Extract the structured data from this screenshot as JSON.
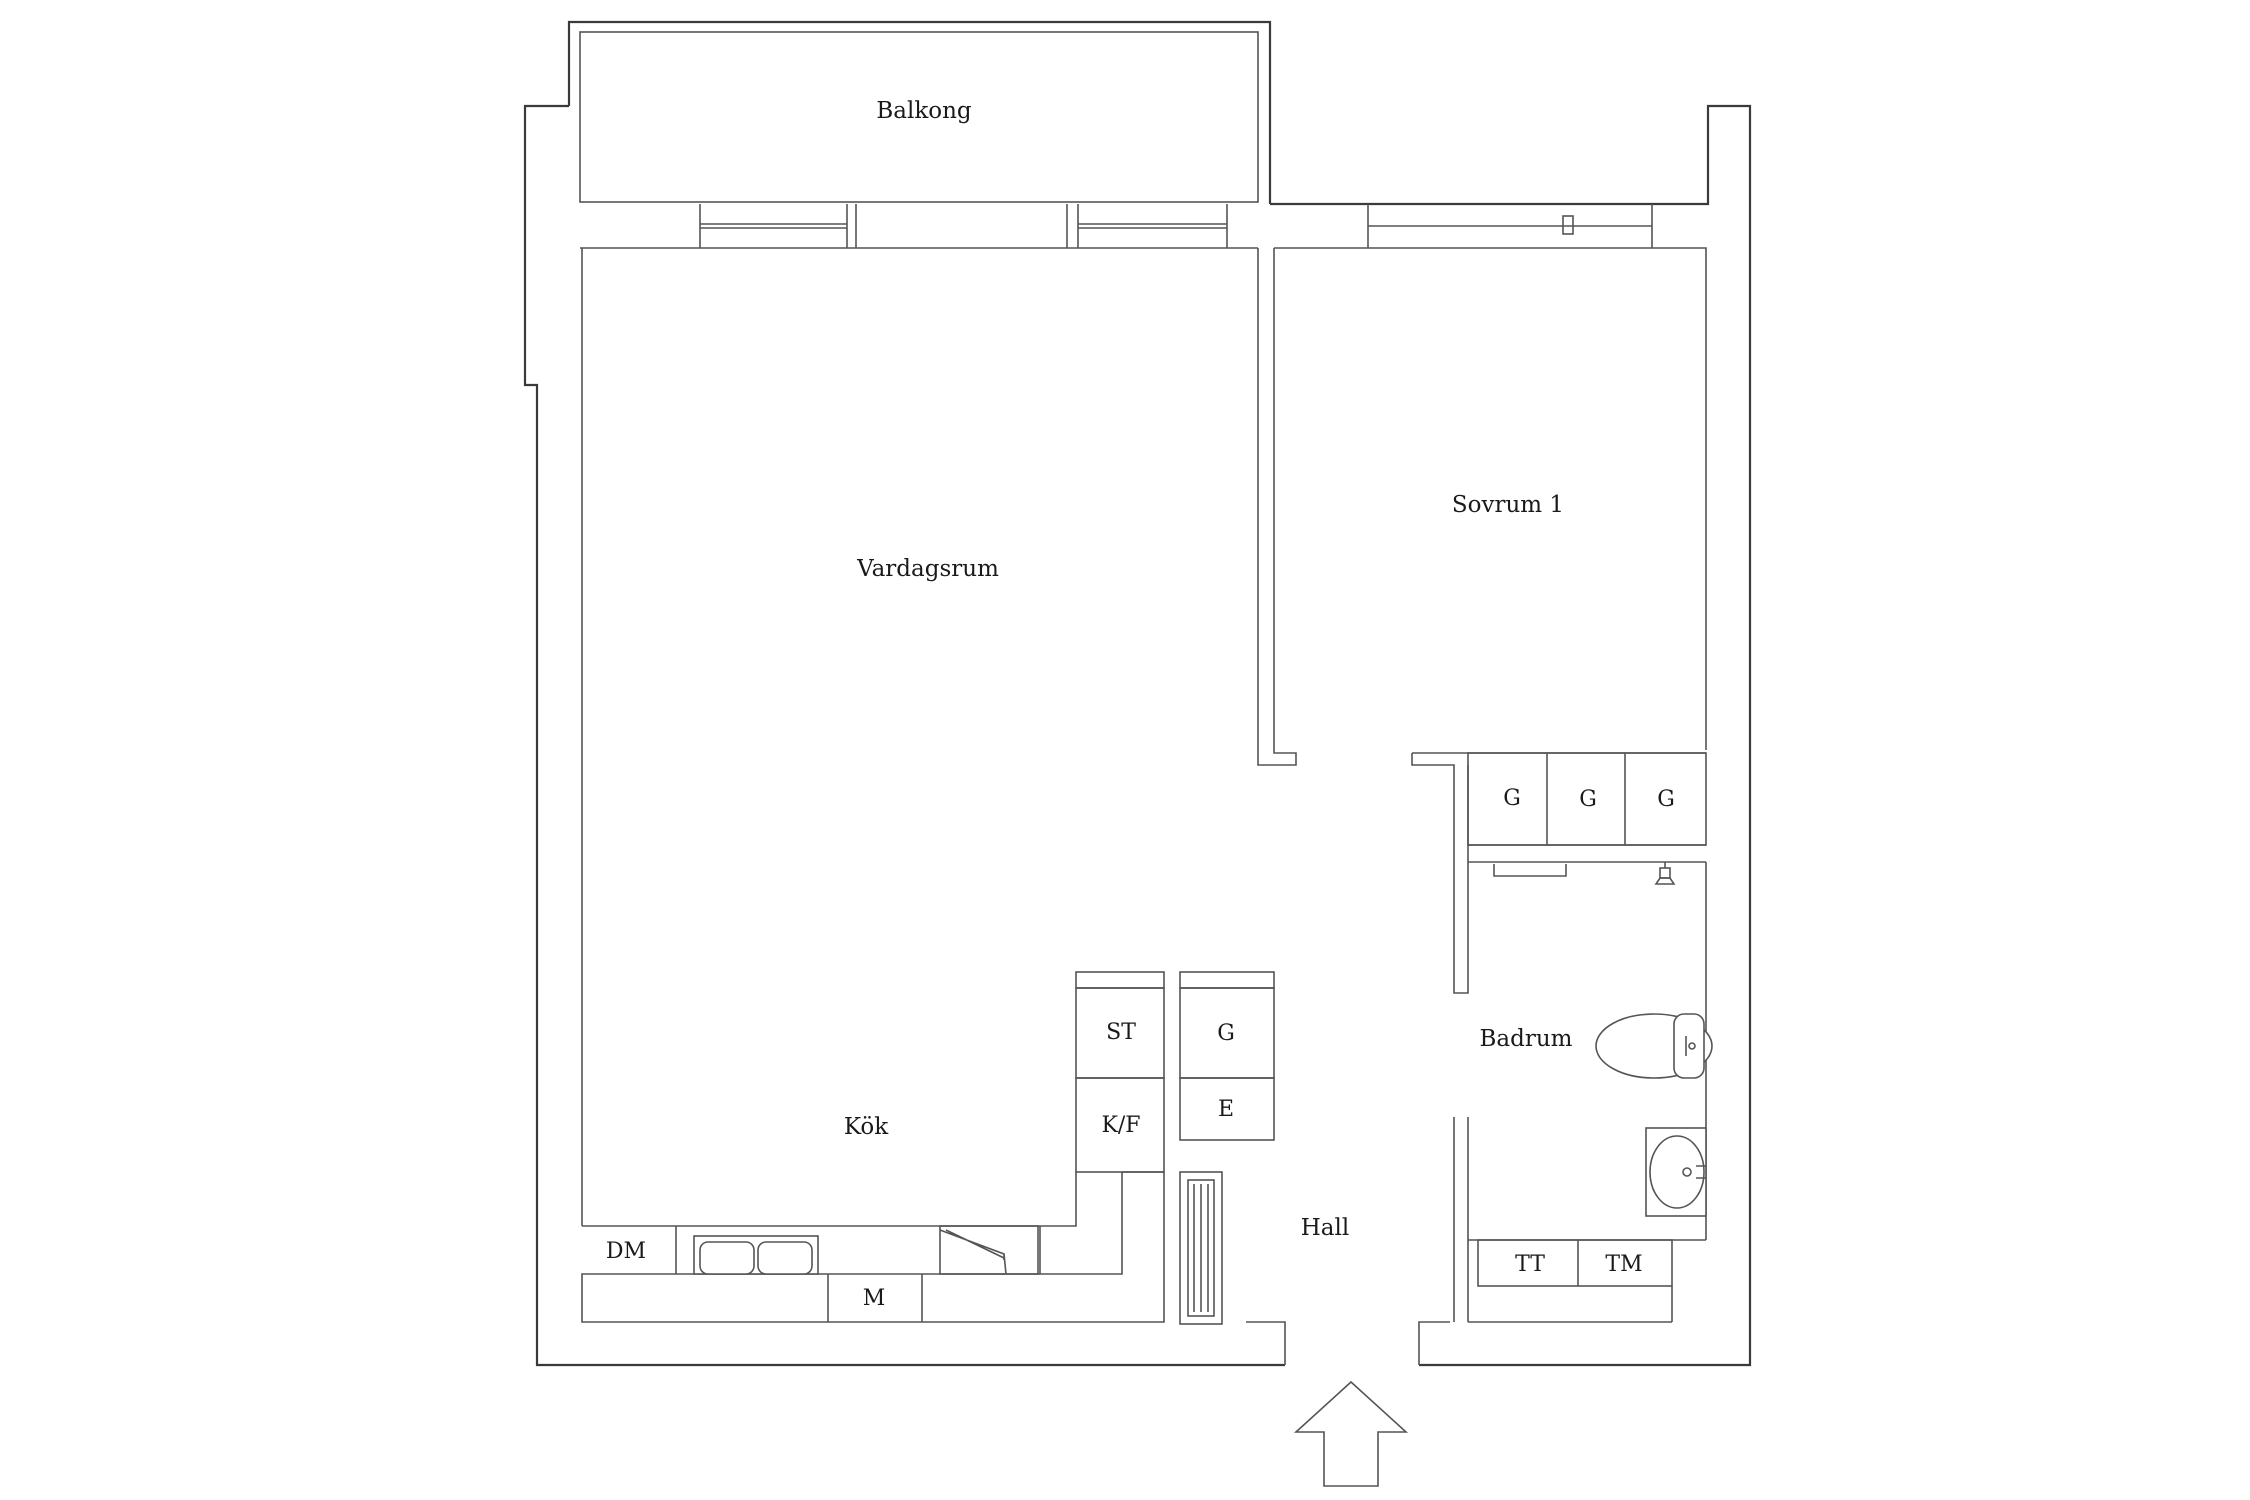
{
  "rooms": {
    "balkong": "Balkong",
    "vardagsrum": "Vardagsrum",
    "sovrum": "Sovrum 1",
    "kok": "Kök",
    "hall": "Hall",
    "badrum": "Badrum"
  },
  "fixtures": {
    "wardrobe": "G",
    "storage": "ST",
    "fridge_freezer": "K/F",
    "electrical": "E",
    "dishwasher": "DM",
    "microwave": "M",
    "dryer": "TT",
    "washer": "TM"
  },
  "colors": {
    "line": "#3a3a3a",
    "background": "#ffffff"
  }
}
